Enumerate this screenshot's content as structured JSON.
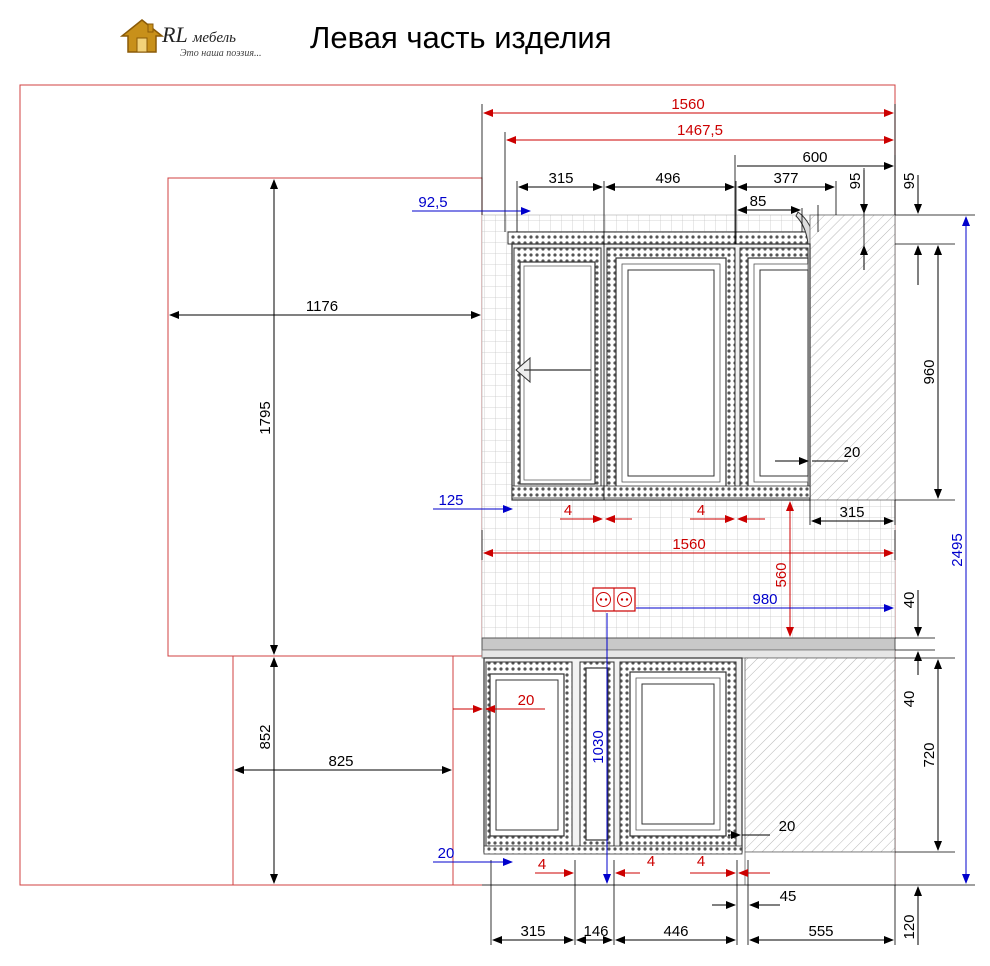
{
  "header": {
    "logo_main": "RL",
    "logo_word": "мебель",
    "logo_slogan": "Это наша поэзия...",
    "title": "Левая часть изделия"
  },
  "colors": {
    "black_dim": "#000000",
    "red_dim": "#cc0000",
    "blue_dim": "#0000cc",
    "outline_red": "#d04040",
    "tile": "#c8c8c8"
  },
  "dimensions": {
    "total_width_top": "1560",
    "upper_width": "1467,5",
    "upper_right_600": "600",
    "door_315": "315",
    "door_496": "496",
    "door_377": "377",
    "cornice_95a": "95",
    "cornice_95b": "95",
    "cornice_92_5": "92,5",
    "cornice_85": "85",
    "wall_1176": "1176",
    "wall_1795": "1795",
    "upper_960": "960",
    "upper_20": "20",
    "upper_125": "125",
    "gap_4a": "4",
    "gap_4b": "4",
    "side_315": "315",
    "mid_1560": "1560",
    "mid_560": "560",
    "socket_980": "980",
    "total_2495": "2495",
    "top_40": "40",
    "lower_40": "40",
    "lower_720": "720",
    "lower_852": "852",
    "lower_825": "825",
    "lower_20_red": "20",
    "lower_1030": "1030",
    "lower_20_right": "20",
    "lower_20_blue": "20",
    "bottom_4a": "4",
    "bottom_4b": "4",
    "bottom_4c": "4",
    "bottom_45": "45",
    "bot_315": "315",
    "bot_146": "146",
    "bot_446": "446",
    "bot_555": "555",
    "bot_120": "120"
  }
}
